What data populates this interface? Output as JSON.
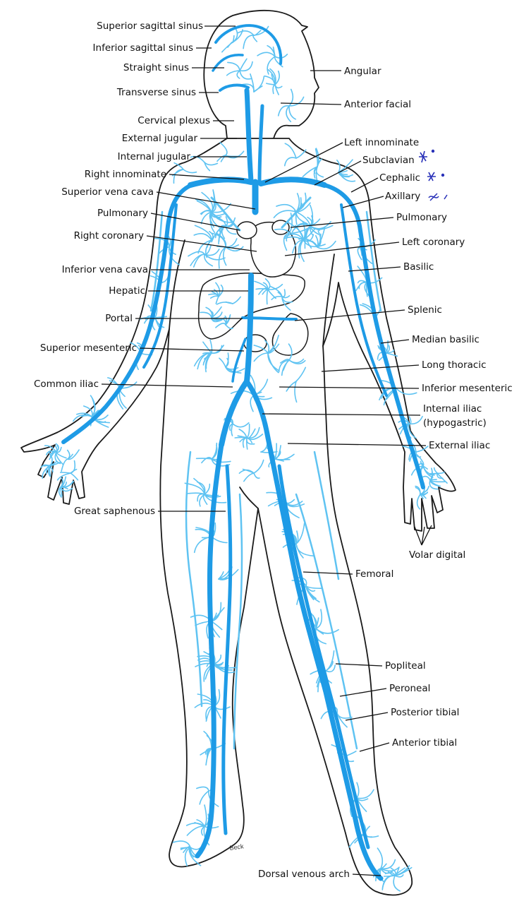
{
  "colors": {
    "vein_main": "#1e9be6",
    "vein_light": "#5fc3f2",
    "outline": "#1a1a1a",
    "label": "#111111",
    "annotation_ink": "#2830b8"
  },
  "signature": "Beck",
  "labels": {
    "left": [
      "Superior sagittal sinus",
      "Inferior sagittal sinus",
      "Straight sinus",
      "Transverse sinus",
      "Cervical plexus",
      "External jugular",
      "Internal jugular",
      "Right innominate",
      "Superior vena cava",
      "Pulmonary",
      "Right coronary",
      "Inferior vena cava",
      "Hepatic",
      "Portal",
      "Superior mesenteric",
      "Common iliac",
      "Great saphenous",
      "Dorsal venous arch"
    ],
    "right": [
      "Angular",
      "Anterior facial",
      "Left innominate",
      "Subclavian",
      "Cephalic",
      "Axillary",
      "Pulmonary",
      "Left coronary",
      "Basilic",
      "Splenic",
      "Median basilic",
      "Long thoracic",
      "Inferior mesenteric",
      "Internal iliac",
      "(hypogastric)",
      "External iliac",
      "Volar digital",
      "Femoral",
      "Popliteal",
      "Peroneal",
      "Posterior tibial",
      "Anterior tibial"
    ]
  }
}
